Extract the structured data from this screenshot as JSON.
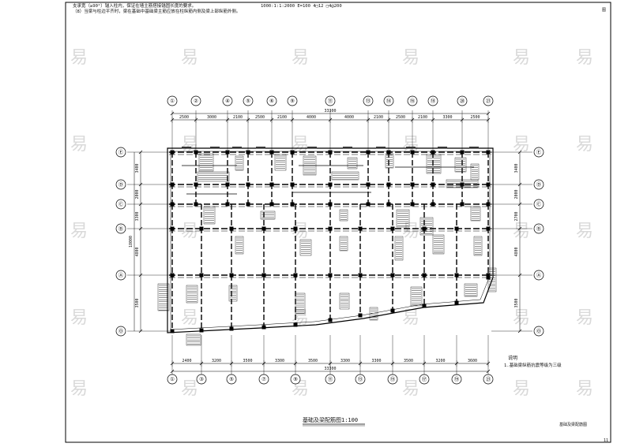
{
  "header": {
    "note_line1": "支承宽（≥90°）锚入柱内，保证在墙主筋搭接锚固长度的要求。",
    "note_line2": "（8）当梁与柱边平齐时，梁在基础中基础梁主筋应放在柱纵筋内侧及梁上部纵筋外侧。",
    "legend_text": "1000:1:1:2000  E=100  4□12  □4@200"
  },
  "drawing": {
    "title": "基础及梁配筋图1:100",
    "title_block": "基础及梁配筋图",
    "page_number": "11",
    "corner_mark": "图"
  },
  "notes": {
    "heading": "说明",
    "line1": "1.基础梁纵筋抗震等级为三级"
  },
  "axes": {
    "top_columns": [
      "①",
      "②",
      "④",
      "⑤",
      "⑥",
      "⑨",
      "⑪",
      "⑬",
      "⑭",
      "⑯",
      "⑱",
      "⑳",
      "㉑"
    ],
    "bottom_columns": [
      "①",
      "③",
      "⑤",
      "⑦",
      "⑨",
      "⑪",
      "⑬",
      "⑮",
      "⑰",
      "⑲",
      "㉑"
    ],
    "rows_left": [
      "Ⓔ",
      "Ⓓ",
      "Ⓒ",
      "Ⓑ",
      "Ⓐ",
      "Ⓞ"
    ],
    "rows_right": [
      "Ⓔ",
      "Ⓓ",
      "Ⓒ",
      "Ⓑ",
      "Ⓐ",
      "Ⓞ"
    ]
  },
  "dimensions": {
    "top_spans": [
      "2500",
      "3000",
      "2100",
      "2500",
      "2100",
      "4000",
      "4000",
      "2100",
      "2500",
      "2100",
      "3300",
      "2500"
    ],
    "top_total": "33300",
    "bottom_spans": [
      "2400",
      "3200",
      "3500",
      "3300",
      "3500",
      "3300",
      "3300",
      "3500",
      "3200",
      "3600"
    ],
    "bottom_total": "33300",
    "left_spans": [
      "3400",
      "2000",
      "3300",
      "4800",
      "3500"
    ],
    "left_total": "18000",
    "right_spans": [
      "3400",
      "2000",
      "2700",
      "4800",
      "3500"
    ]
  },
  "watermark": "易"
}
